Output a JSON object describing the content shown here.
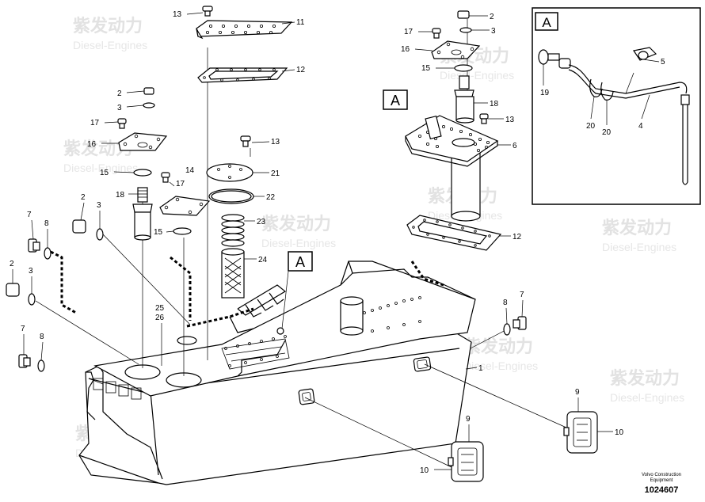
{
  "watermark": {
    "brand": "紫发动力",
    "sub": "Diesel-Engines"
  },
  "callouts": {
    "c1": "1",
    "c2": "2",
    "c3": "3",
    "c4": "4",
    "c5": "5",
    "c6": "6",
    "c7": "7",
    "c8": "8",
    "c9": "9",
    "c10": "10",
    "c11": "11",
    "c12": "12",
    "c13": "13",
    "c14": "14",
    "c15": "15",
    "c16": "16",
    "c17": "17",
    "c18": "18",
    "c19": "19",
    "c20": "20",
    "c21": "21",
    "c22": "22",
    "c23": "23",
    "c24": "24",
    "c25": "25",
    "c26": "26"
  },
  "detail_ref": "A",
  "footer": {
    "brand_line1": "Volvo Construction",
    "brand_line2": "Equipment",
    "code": "1024607"
  }
}
